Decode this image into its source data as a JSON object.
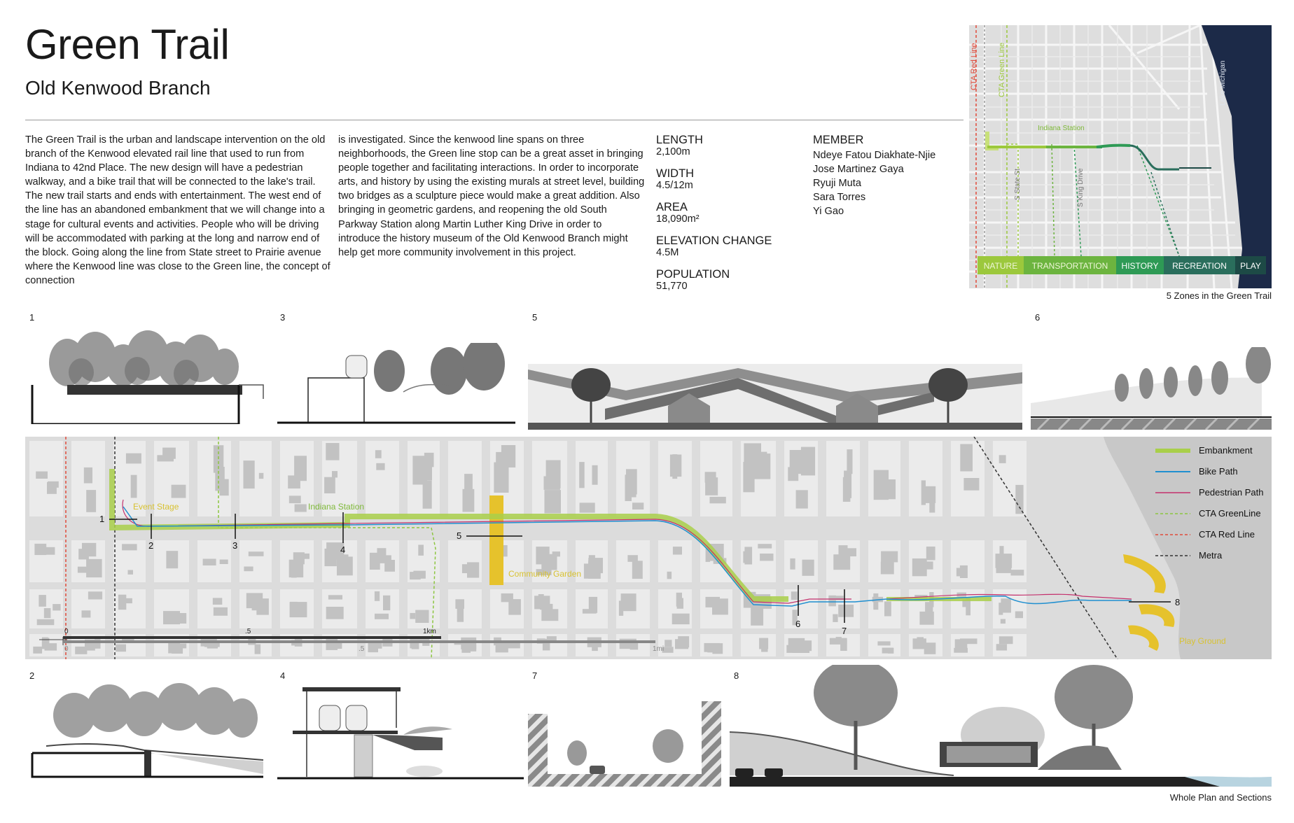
{
  "header": {
    "title": "Green Trail",
    "subtitle": "Old Kenwood Branch"
  },
  "description": {
    "col1": "The Green Trail is the urban and landscape intervention on the old branch of the Kenwood elevated rail line that used to run from Indiana to 42nd Place. The new design will have a pedestrian walkway, and a bike trail that will be connected to the lake's trail. The new trail starts and ends with entertainment. The west end of the line has an abandoned embankment that we will change into a stage for cultural events and activities. People who will be driving will be accommodated with parking at the long and narrow end of the block. Going along the line from State street to Prairie avenue where the Kenwood line was close to the Green line, the concept of connection",
    "col2": "is investigated. Since the kenwood line spans on three neighborhoods, the Green line stop can be a great asset in bringing people together and facilitating interactions. In order to incorporate arts, and history by using the existing murals at street level, building two bridges as a sculpture piece would make a great addition. Also bringing in geometric gardens, and reopening the old South Parkway Station along Martin Luther King Drive in order to introduce the history museum of the Old Kenwood Branch might help get more community involvement in this project."
  },
  "stats": [
    {
      "label": "LENGTH",
      "value": "2,100m"
    },
    {
      "label": "WIDTH",
      "value": "4.5/12m"
    },
    {
      "label": "AREA",
      "value": "18,090m²"
    },
    {
      "label": "ELEVATION CHANGE",
      "value": "4.5M"
    },
    {
      "label": "POPULATION",
      "value": "51,770"
    }
  ],
  "members": {
    "label": "MEMBER",
    "names": [
      "Ndeye Fatou Diakhate-Njie",
      "Jose Martinez Gaya",
      "Ryuji Muta",
      "Sara Torres",
      "Yi Gao"
    ]
  },
  "zone_map": {
    "caption": "5 Zones in the Green Trail",
    "labels": {
      "red_line": "CTA Red Line",
      "green_line": "CTA Green Line",
      "lake": "Lake Michigan",
      "station": "Indiana Station",
      "state_st": "S State St",
      "king_dr": "S King Drive"
    },
    "zones": [
      {
        "name": "NATURE",
        "color": "#9cc83c"
      },
      {
        "name": "TRANSPORTATION",
        "color": "#6cb43f"
      },
      {
        "name": "HISTORY",
        "color": "#2e9a55"
      },
      {
        "name": "RECREATION",
        "color": "#2a6e5c"
      },
      {
        "name": "PLAY",
        "color": "#1d4a46"
      }
    ]
  },
  "sections": {
    "top": [
      "1",
      "3",
      "5",
      "6"
    ],
    "bottom": [
      "2",
      "4",
      "7",
      "8"
    ]
  },
  "plan": {
    "caption": "Whole Plan and Sections",
    "labels": {
      "event_stage": "Event Stage",
      "indiana_station": "Indiana Station",
      "community_garden": "Community Garden",
      "play_ground": "Play Ground"
    },
    "markers": [
      "1",
      "2",
      "3",
      "4",
      "5",
      "6",
      "7",
      "8"
    ],
    "scale_km": [
      "0",
      ".5",
      "1km"
    ],
    "scale_mi": [
      "0",
      ".5",
      "1mi"
    ],
    "legend": [
      {
        "label": "Embankment",
        "color": "#a9cf4a",
        "style": "thick"
      },
      {
        "label": "Bike Path",
        "color": "#1f8fd0",
        "style": "solid"
      },
      {
        "label": "Pedestrian Path",
        "color": "#c4306c",
        "style": "solid"
      },
      {
        "label": "CTA GreenLine",
        "color": "#8cc63f",
        "style": "dashed"
      },
      {
        "label": "CTA Red Line",
        "color": "#e04a3a",
        "style": "dashed"
      },
      {
        "label": "Metra",
        "color": "#333333",
        "style": "dashed"
      }
    ]
  },
  "colors": {
    "map_bg": "#dcdcdc",
    "block": "#ebebeb",
    "building": "#c2c2c2",
    "trail_green": "#a9cf4a",
    "garden_yellow": "#e6c22c",
    "lake_dark": "#1c2a48"
  }
}
